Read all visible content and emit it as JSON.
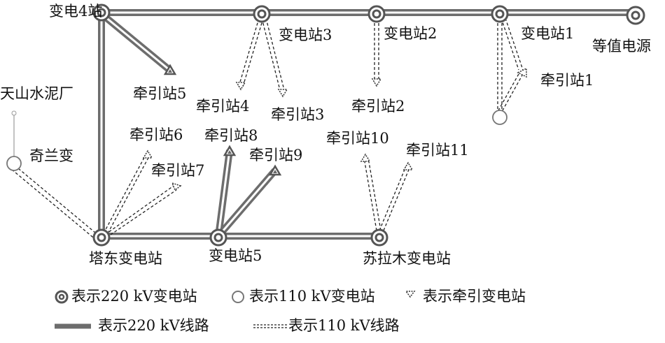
{
  "diagram": {
    "labels": {
      "substation4": "变电4站",
      "substation3": "变电站3",
      "substation2": "变电站2",
      "substation1": "变电站1",
      "equivalent_source": "等值电源",
      "tianshan_cement": "天山水泥厂",
      "qilan": "奇兰变",
      "tadong": "塔东变电站",
      "substation5": "变电站5",
      "sulamu": "苏拉木变电站",
      "traction1": "牵引站1",
      "traction2": "牵引站2",
      "traction3": "牵引站3",
      "traction4": "牵引站4",
      "traction5": "牵引站5",
      "traction6": "牵引站6",
      "traction7": "牵引站7",
      "traction8": "牵引站8",
      "traction9": "牵引站9",
      "traction10": "牵引站10",
      "traction11": "牵引站11"
    },
    "legend": {
      "sub220": "表示220 kV变电站",
      "sub110": "表示110 kV变电站",
      "traction": "表示牵引变电站",
      "line220": "表示220 kV线路",
      "line110": "表示110 kV线路"
    },
    "colors": {
      "line220": "#7a7a7a",
      "line110": "#222222",
      "node_stroke": "#555555"
    }
  }
}
